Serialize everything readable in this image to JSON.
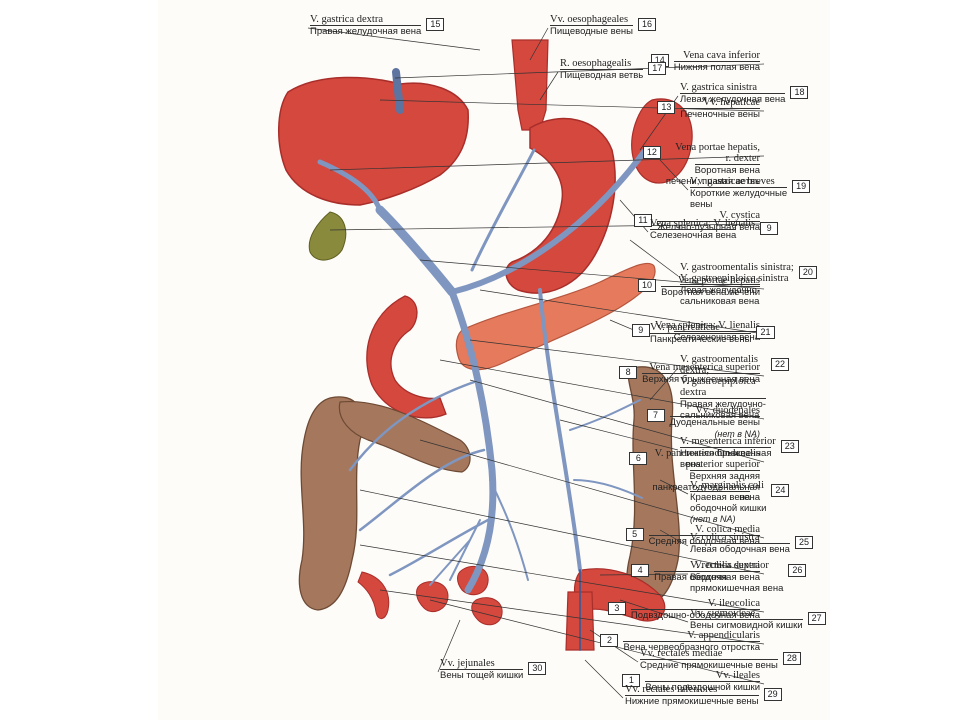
{
  "colors": {
    "vein": "#7f96c0",
    "veinDark": "#5d73a0",
    "organ": "#d4483e",
    "organDark": "#a92e2a",
    "colon": "#a5785d",
    "colonDark": "#6e4a35",
    "pancreas": "#e57a5c",
    "gallbladder": "#8a8a3c",
    "vessel": "#42598e"
  },
  "labels": {
    "left": [
      {
        "id": "14",
        "lat": [
          "Vena cava inferior"
        ],
        "rus": [
          "Нижняя полая вена"
        ]
      },
      {
        "id": "13",
        "lat": [
          "Vv. hepaticae"
        ],
        "rus": [
          "Печеночные вены"
        ]
      },
      {
        "id": "12",
        "lat": [
          "Vena portae hepatis,",
          "r. dexter"
        ],
        "rus": [
          "Воротная вена",
          "печени, правая ветвь"
        ]
      },
      {
        "id": "11",
        "lat": [
          "V. cystica"
        ],
        "rus": [
          "Желчно-пузырная вена"
        ]
      },
      {
        "id": "10",
        "lat": [
          "Vena portae hepatis"
        ],
        "rus": [
          "Воротная вена печени"
        ]
      },
      {
        "id": "9",
        "lat": [
          "Vena splenica; V. lienalis"
        ],
        "rus": [
          "Селезеночная вена"
        ]
      },
      {
        "id": "8",
        "lat": [
          "Vena mesenterica superior"
        ],
        "rus": [
          "Верхняя брыжеечная вена"
        ]
      },
      {
        "id": "7",
        "lat": [
          "Vv. duodenales"
        ],
        "rus": [
          "Дуоденальные вены"
        ],
        "note": "(нет в NA)"
      },
      {
        "id": "6",
        "lat": [
          "V. pancreaticoduodenalis",
          "posterior superior"
        ],
        "rus": [
          "Верхняя задняя",
          "панкреатодуоденальная",
          "вена"
        ]
      },
      {
        "id": "5",
        "lat": [
          "V. colica media"
        ],
        "rus": [
          "Средняя ободочная вена"
        ]
      },
      {
        "id": "4",
        "lat": [
          "V. colica dextra"
        ],
        "rus": [
          "Правая ободочная вена"
        ]
      },
      {
        "id": "3",
        "lat": [
          "V. ileocolica"
        ],
        "rus": [
          "Подвздошно-ободочная вена"
        ]
      },
      {
        "id": "2",
        "lat": [
          "V. appendicularis"
        ],
        "rus": [
          "Вена червеобразного отростка"
        ]
      },
      {
        "id": "1",
        "lat": [
          "Vv. ileales"
        ],
        "rus": [
          "Вены подвздошной кишки"
        ]
      }
    ],
    "right": [
      {
        "id": "16",
        "lat": [
          "Vv. oesophageales"
        ],
        "rus": [
          "Пищеводные вены"
        ]
      },
      {
        "id": "17",
        "lat": [
          "R. oesophagealis"
        ],
        "rus": [
          "Пищеводная ветвь"
        ]
      },
      {
        "id": "18",
        "lat": [
          "V. gastrica sinistra"
        ],
        "rus": [
          "Левая желудочная вена"
        ]
      },
      {
        "id": "19",
        "lat": [
          "Vv. gastricae breves"
        ],
        "rus": [
          "Короткие желудочные",
          "вены"
        ]
      },
      {
        "id": "9",
        "lat": [
          "Vena splenica; V. lienalis"
        ],
        "rus": [
          "Селезеночная вена"
        ]
      },
      {
        "id": "20",
        "lat": [
          "V. gastroomentalis sinistra;",
          "V. gastroepiploica sinistra"
        ],
        "rus": [
          "Левая желудочно-",
          "сальниковая вена"
        ]
      },
      {
        "id": "21",
        "lat": [
          "Vv. pancreaticae"
        ],
        "rus": [
          "Панкреатические вены"
        ]
      },
      {
        "id": "22",
        "lat": [
          "V. gastroomentalis",
          "dextra;",
          "V. gastroepiploica",
          "dextra"
        ],
        "rus": [
          "Правая желудочно-",
          "сальниковая вена"
        ]
      },
      {
        "id": "23",
        "lat": [
          "V. mesenterica inferior"
        ],
        "rus": [
          "Нижняя брыжеечная",
          "вена"
        ]
      },
      {
        "id": "24",
        "lat": [
          "V. marginalis coli"
        ],
        "rus": [
          "Краевая вена",
          "ободочной кишки"
        ],
        "note": "(нет в NA)"
      },
      {
        "id": "25",
        "lat": [
          "V. colica sinistra"
        ],
        "rus": [
          "Левая ободочная вена"
        ]
      },
      {
        "id": "26",
        "lat": [
          "V. rectalis superior"
        ],
        "rus": [
          "Верхняя",
          "прямокишечная вена"
        ]
      },
      {
        "id": "27",
        "lat": [
          "Vv. sigmoideae"
        ],
        "rus": [
          "Вены сигмовидной кишки"
        ]
      },
      {
        "id": "28",
        "lat": [
          "Vv. rectales mediae"
        ],
        "rus": [
          "Средние прямокишечные вены"
        ]
      },
      {
        "id": "29",
        "lat": [
          "Vv. rectales inferiores"
        ],
        "rus": [
          "Нижние прямокишечные вены"
        ]
      }
    ],
    "top": [
      {
        "id": "15",
        "lat": [
          "V. gastrica dextra"
        ],
        "rus": [
          "Правая желудочная вена"
        ]
      }
    ],
    "bottom": [
      {
        "id": "30",
        "lat": [
          "Vv. jejunales"
        ],
        "rus": [
          "Вены тощей кишки"
        ]
      }
    ]
  }
}
